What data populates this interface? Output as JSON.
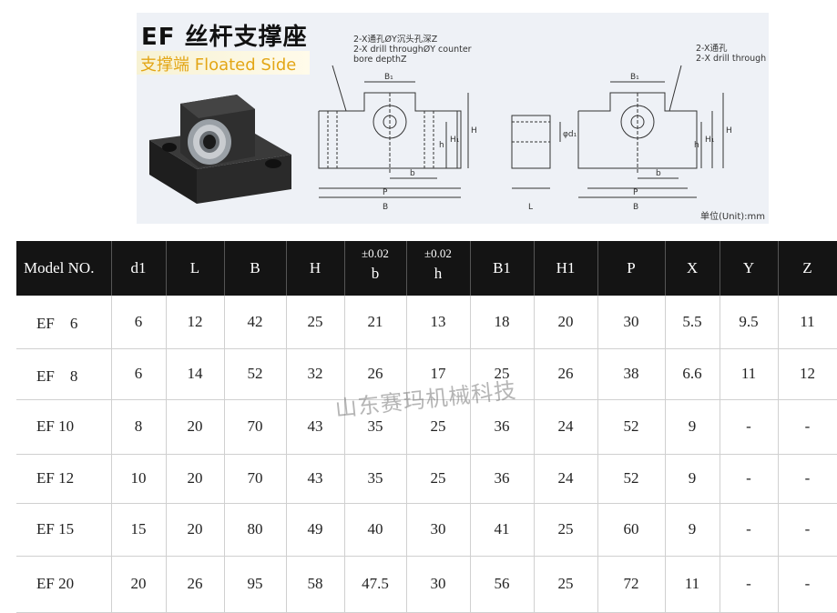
{
  "banner": {
    "title": "EF 丝杆支撑座",
    "subtitle": "支撑端 Floated Side",
    "note_left": "2-X通孔ØY沉头孔深Z\n2-X drill throughØY counter\nbore depthZ",
    "note_right": "2-X通孔\n2-X drill through",
    "unit": "单位(Unit):mm",
    "dim_labels": {
      "B1": "B₁",
      "H": "H",
      "H1": "H₁",
      "h": "h",
      "b": "b",
      "P": "P",
      "B": "B",
      "L": "L",
      "d1": "φd₁"
    }
  },
  "table": {
    "headers": [
      {
        "label": "Model NO.",
        "tol": ""
      },
      {
        "label": "d1",
        "tol": ""
      },
      {
        "label": "L",
        "tol": ""
      },
      {
        "label": "B",
        "tol": ""
      },
      {
        "label": "H",
        "tol": ""
      },
      {
        "label": "b",
        "tol": "±0.02"
      },
      {
        "label": "h",
        "tol": "±0.02"
      },
      {
        "label": "B1",
        "tol": ""
      },
      {
        "label": "H1",
        "tol": ""
      },
      {
        "label": "P",
        "tol": ""
      },
      {
        "label": "X",
        "tol": ""
      },
      {
        "label": "Y",
        "tol": ""
      },
      {
        "label": "Z",
        "tol": ""
      }
    ],
    "rows": [
      [
        "EF　6",
        "6",
        "12",
        "42",
        "25",
        "21",
        "13",
        "18",
        "20",
        "30",
        "5.5",
        "9.5",
        "11"
      ],
      [
        "EF　8",
        "6",
        "14",
        "52",
        "32",
        "26",
        "17",
        "25",
        "26",
        "38",
        "6.6",
        "11",
        "12"
      ],
      [
        "EF 10",
        "8",
        "20",
        "70",
        "43",
        "35",
        "25",
        "36",
        "24",
        "52",
        "9",
        "-",
        "-"
      ],
      [
        "EF 12",
        "10",
        "20",
        "70",
        "43",
        "35",
        "25",
        "36",
        "24",
        "52",
        "9",
        "-",
        "-"
      ],
      [
        "EF 15",
        "15",
        "20",
        "80",
        "49",
        "40",
        "30",
        "41",
        "25",
        "60",
        "9",
        "-",
        "-"
      ],
      [
        "EF 20",
        "20",
        "26",
        "95",
        "58",
        "47.5",
        "30",
        "56",
        "25",
        "72",
        "11",
        "-",
        "-"
      ]
    ]
  },
  "watermark": "山东赛玛机械科技",
  "colors": {
    "header_bg": "#141414",
    "accent": "#e3a616",
    "banner_bg": "#eef1f6"
  }
}
